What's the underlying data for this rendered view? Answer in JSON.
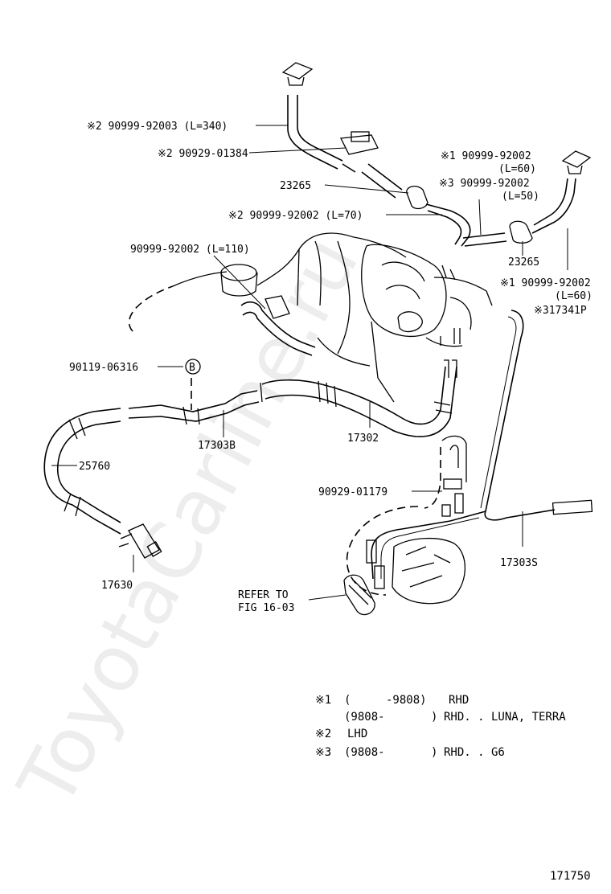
{
  "watermark": "ToyotaCarline.ru",
  "callouts": {
    "c1": "※2 90999-92003 (L=340)",
    "c2": "※2 90929-01384",
    "c3": "23265",
    "c4a": "※1 90999-92002",
    "c4b": "(L=60)",
    "c5a": "※3 90999-92002",
    "c5b": "(L=50)",
    "c6": "※2 90999-92002 (L=70)",
    "c7": "90999-92002 (L=110)",
    "c8": "23265",
    "c9a": "※1 90999-92002",
    "c9b": "(L=60)",
    "c10": "※317341P",
    "c11": "90119-06316",
    "c11_badge": "B",
    "c12": "17303B",
    "c13": "17302",
    "c14": "25760",
    "c15": "90929-01179",
    "c16": "17630",
    "c17": "17303S",
    "c18a": "REFER TO",
    "c18b": "FIG 16-03"
  },
  "notes": [
    {
      "mark": "※1",
      "paren": "(",
      "range": "-9808)",
      "text": "RHD"
    },
    {
      "mark": "",
      "paren": "(9808-",
      "range": ")",
      "text": "RHD. . LUNA, TERRA"
    },
    {
      "mark": "※2",
      "paren": "LHD",
      "range": "",
      "text": ""
    },
    {
      "mark": "※3",
      "paren": "(9808-",
      "range": ")",
      "text": "RHD. . G6"
    }
  ],
  "figure_number": "171750"
}
